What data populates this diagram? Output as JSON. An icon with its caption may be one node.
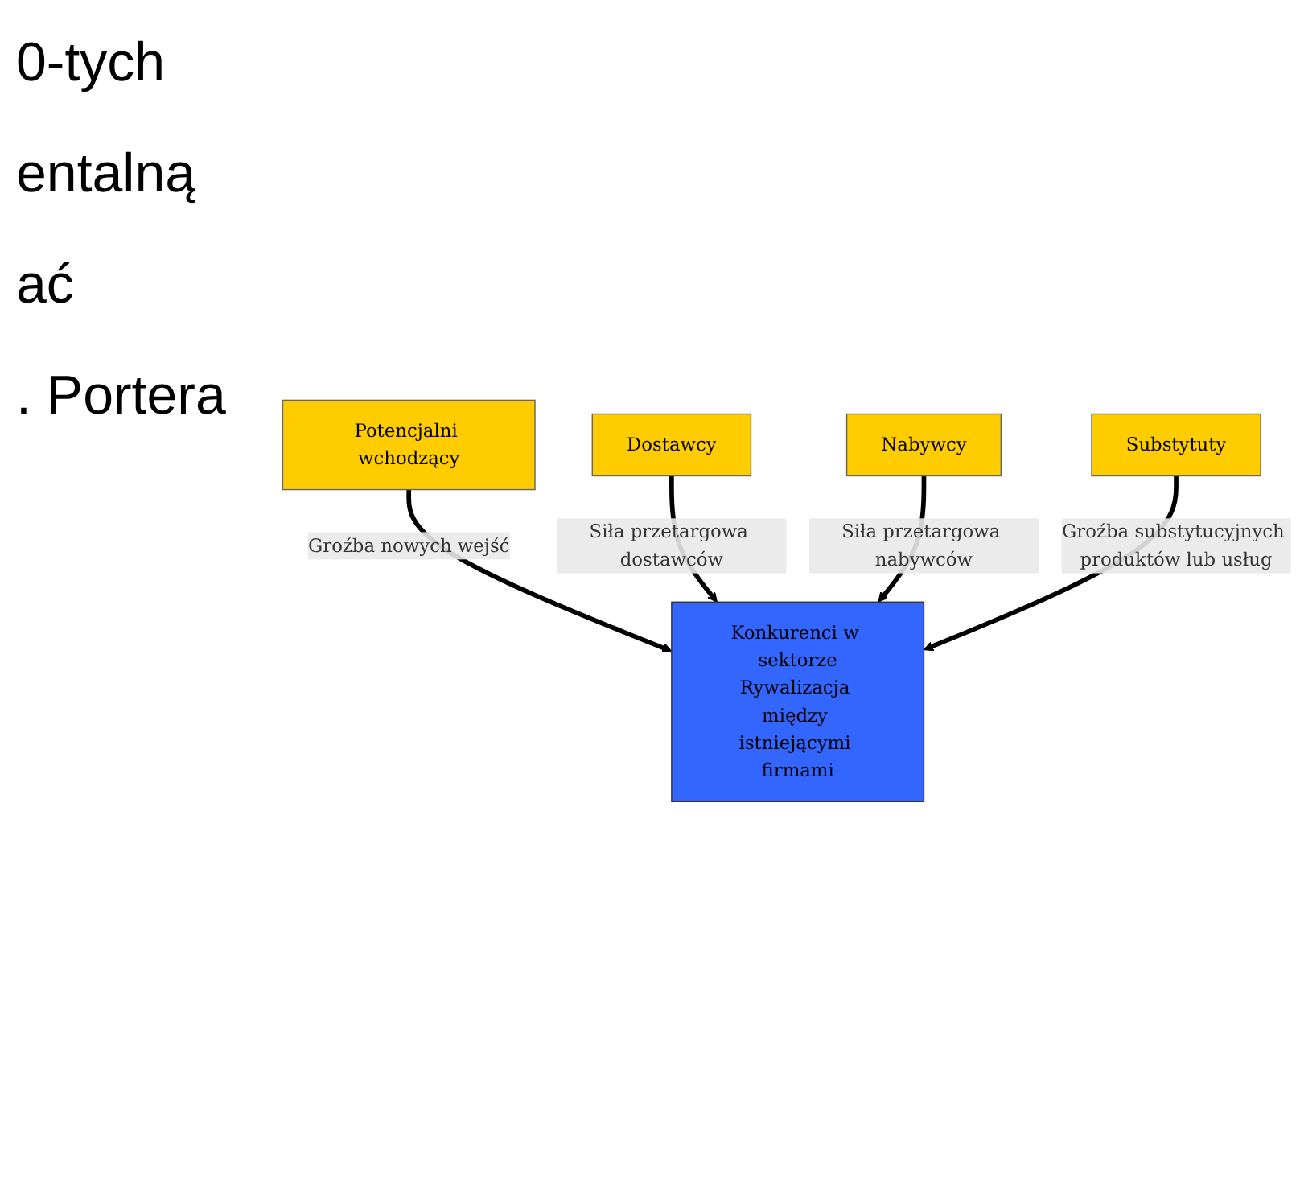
{
  "diagram": {
    "nodes": [
      {
        "text": [
          "Potencjalni wchodzący"
        ]
      },
      {
        "text": [
          "Konkurenci w sektorze",
          "Rywalizacja między istniejącymi firmami"
        ]
      },
      {
        "text": [
          "Dostawcy"
        ]
      },
      {
        "text": [
          "Nabywcy"
        ]
      },
      {
        "text": [
          "Substytuty"
        ]
      }
    ],
    "edges": [
      {
        "from": 0,
        "to": 1,
        "arrow": "to",
        "label": "Groźba nowych wejść"
      },
      {
        "from": 2,
        "to": 1,
        "arrow": "to",
        "label": "Siła przetargowa dostawców"
      },
      {
        "from": 3,
        "to": 1,
        "arrow": "to",
        "label": "Siła przetargowa nabywców"
      },
      {
        "from": 4,
        "to": 1,
        "arrow": "to",
        "label": "Groźba substytucyjnych produktów lub usług"
      }
    ],
    "labels": [
      "0-tych",
      "entalną",
      "ać",
      ". Portera"
    ]
  }
}
